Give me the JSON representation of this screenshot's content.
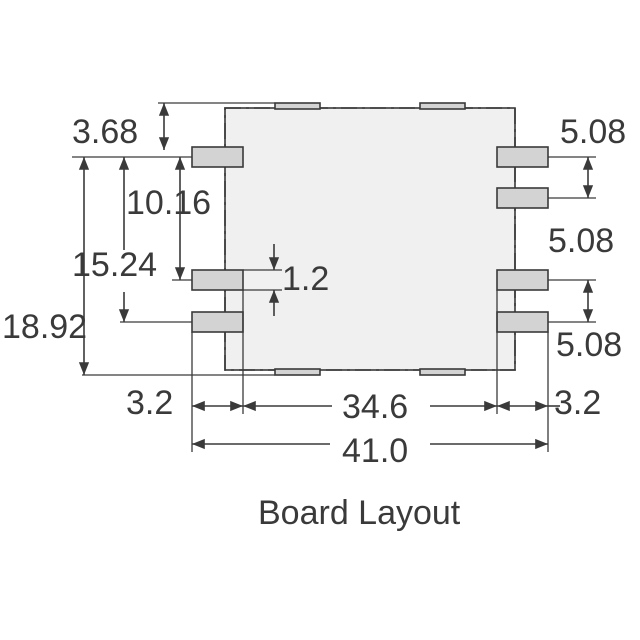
{
  "diagram": {
    "caption": "Board Layout",
    "colors": {
      "line": "#3a3a3a",
      "pad_fill": "#d3d3d3",
      "body_fill": "#f0f0f0"
    },
    "dimensions": {
      "d_3_68": "3.68",
      "d_10_16": "10.16",
      "d_15_24": "15.24",
      "d_18_92": "18.92",
      "d_1_2": "1.2",
      "d_5_08_top": "5.08",
      "d_5_08_mid": "5.08",
      "d_5_08_bot": "5.08",
      "d_3_2_left": "3.2",
      "d_34_6": "34.6",
      "d_3_2_right": "3.2",
      "d_41_0": "41.0"
    }
  }
}
